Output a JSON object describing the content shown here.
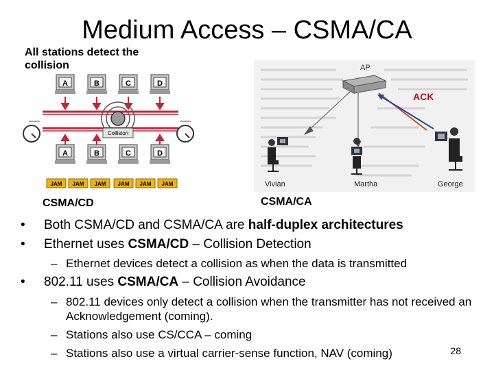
{
  "slide": {
    "title": "Medium Access – CSMA/CA",
    "collision_caption": "All stations detect the collision",
    "figure_left": {
      "stations": [
        "A",
        "B",
        "C",
        "D"
      ],
      "hub_label": "Collision",
      "jam_label": "JAM",
      "caption": "CSMA/CD"
    },
    "figure_right": {
      "ap_label": "AP",
      "ack_label": "ACK",
      "stations": [
        "Vivian",
        "Martha",
        "George"
      ],
      "caption": "CSMA/CA"
    },
    "bullets": [
      {
        "pre": "Both CSMA/CD and CSMA/CA are ",
        "bold": "half-duplex architectures",
        "post": ""
      },
      {
        "pre": "Ethernet uses ",
        "bold": "CSMA/CD",
        "post": " – Collision Detection"
      },
      {
        "text": "Ethernet devices detect a collision as when the data is transmitted"
      },
      {
        "pre": "802.11 uses ",
        "bold": "CSMA/CA",
        "post": " – Collision Avoidance"
      },
      {
        "text": "802.11 devices only detect a collision when the transmitter has not received an Acknowledgement (coming)."
      },
      {
        "text": "Stations also use CS/CCA – coming"
      },
      {
        "text": "Stations also use a virtual carrier-sense function, NAV (coming)"
      }
    ],
    "page_number": "28"
  }
}
